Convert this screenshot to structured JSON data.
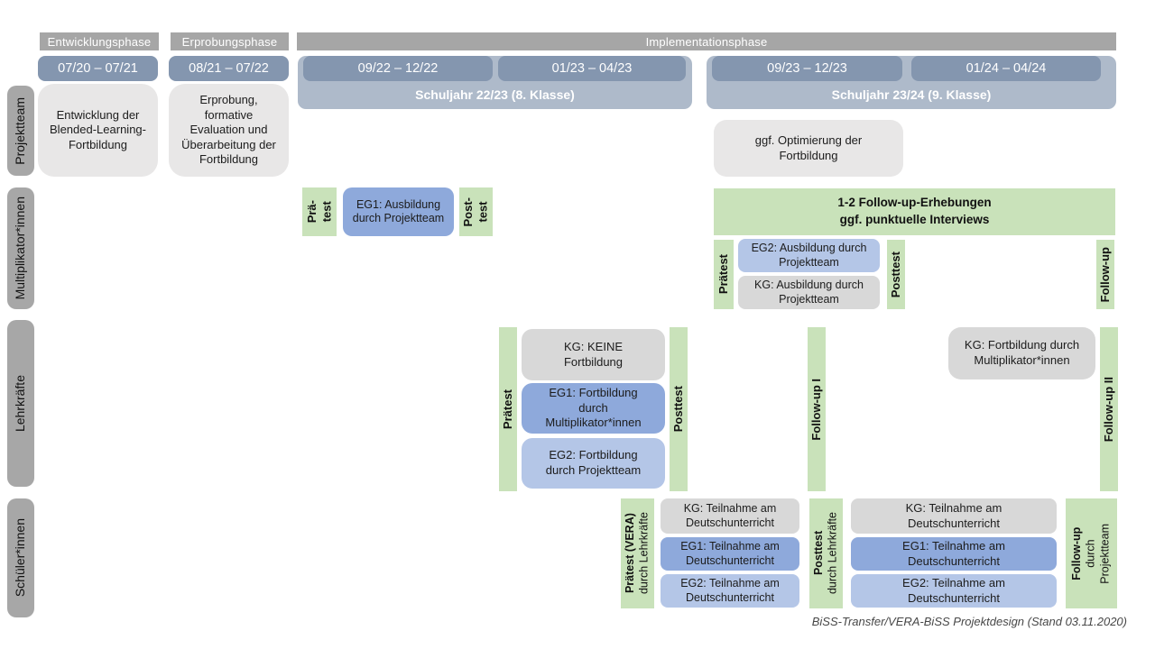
{
  "colors": {
    "phase_bar": "#a6a6a6",
    "row_label": "#a7a7a7",
    "date_bar": "#8496af",
    "schuljahr_bar": "#aebaca",
    "green": "#c9e2ba",
    "eg1_blue": "#8ea9db",
    "eg2_blue": "#b4c6e7",
    "kg_gray": "#d8d8d8",
    "box_gray": "#e8e7e7",
    "text_dark": "#1c1c1c"
  },
  "phases": {
    "entwicklung": "Entwicklungsphase",
    "erprobung": "Erprobungsphase",
    "implementation": "Implementationsphase"
  },
  "dates": {
    "d1": "07/20 – 07/21",
    "d2": "08/21 – 07/22",
    "d3": "09/22 – 12/22",
    "d4": "01/23 – 04/23",
    "d5": "09/23 – 12/23",
    "d6": "01/24 – 04/24"
  },
  "schuljahre": {
    "sj1": "Schuljahr 22/23 (8. Klasse)",
    "sj2": "Schuljahr 23/24 (9. Klasse)"
  },
  "row_labels": {
    "projektteam": "Projektteam",
    "multiplikatoren": "Multiplikator*innen",
    "lehrkraefte": "Lehrkräfte",
    "schueler": "Schüler*innen"
  },
  "projektteam": {
    "entwicklung": "Entwicklung der Blended-Learning-Fortbildung",
    "erprobung": "Erprobung, formative Evaluation und Überarbeitung der Fortbildung",
    "optimierung": "ggf. Optimierung der Fortbildung"
  },
  "multiplikatoren": {
    "praetest1_l1": "Prä-",
    "praetest1_l2": "test",
    "eg1": "EG1: Ausbildung durch Projektteam",
    "posttest1_l1": "Post-",
    "posttest1_l2": "test",
    "followup_header_l1": "1-2 Follow-up-Erhebungen",
    "followup_header_l2": "ggf. punktuelle Interviews",
    "praetest2": "Prätest",
    "eg2": "EG2: Ausbildung durch Projektteam",
    "kg": "KG: Ausbildung durch Projektteam",
    "posttest2": "Posttest",
    "followup": "Follow-up"
  },
  "lehrkraefte": {
    "praetest": "Prätest",
    "kg1": "KG: KEINE Fortbildung",
    "eg1": "EG1: Fortbildung durch Multiplikator*innen",
    "eg2": "EG2: Fortbildung durch Projektteam",
    "posttest": "Posttest",
    "followup1": "Follow-up I",
    "kg2": "KG: Fortbildung durch Multiplikator*innen",
    "followup2": "Follow-up II"
  },
  "schueler": {
    "praetest_l1": "Prätest (VERA)",
    "praetest_l2": "durch Lehrkräfte",
    "kg1": "KG: Teilnahme am Deutschunterricht",
    "eg1a": "EG1: Teilnahme am Deutschunterricht",
    "eg2a": "EG2: Teilnahme am Deutschunterricht",
    "posttest_l1": "Posttest",
    "posttest_l2": "durch Lehrkräfte",
    "kg2": "KG: Teilnahme am Deutschunterricht",
    "eg1b": "EG1: Teilnahme am Deutschunterricht",
    "eg2b": "EG2: Teilnahme am Deutschunterricht",
    "followup_l1": "Follow-up",
    "followup_l2": "durch",
    "followup_l3": "Projektteam"
  },
  "caption": "BiSS-Transfer/VERA-BiSS Projektdesign (Stand 03.11.2020)"
}
